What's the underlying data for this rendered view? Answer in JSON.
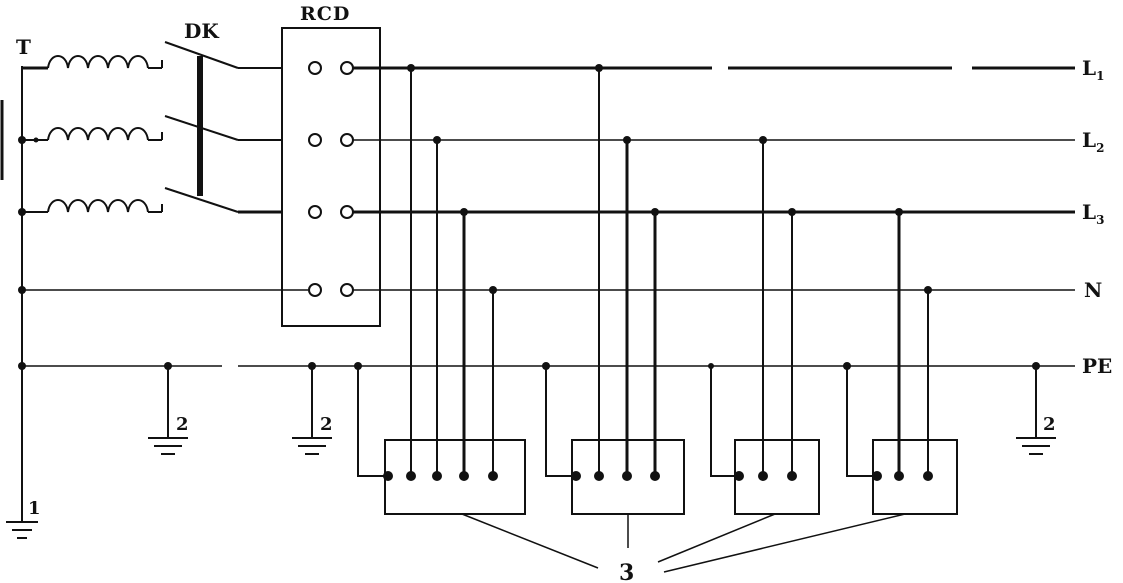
{
  "labels": {
    "transformer": "T",
    "switch": "DK",
    "rcd": "RCD",
    "line1": "L",
    "line1_sub": "1",
    "line2": "L",
    "line2_sub": "2",
    "line3": "L",
    "line3_sub": "3",
    "neutral": "N",
    "protective_earth": "PE",
    "earth_source": "1",
    "earth_repeat": "2",
    "equipment": "3"
  },
  "colors": {
    "ink": "#111111",
    "background": "#ffffff"
  }
}
